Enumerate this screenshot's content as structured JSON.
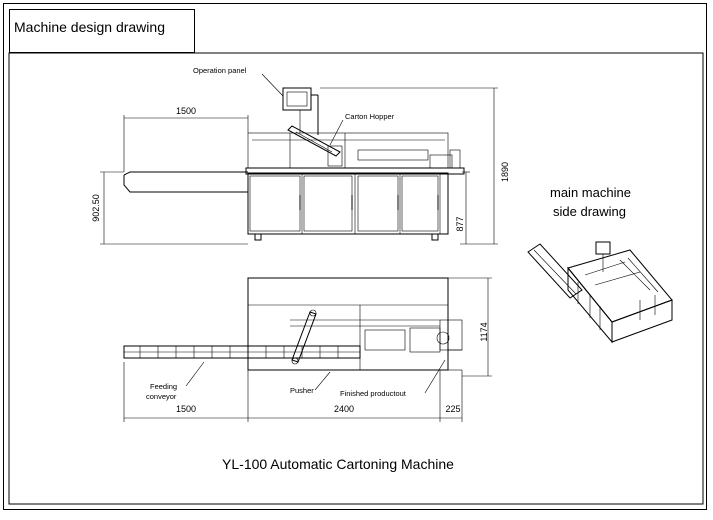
{
  "header": {
    "title": "Machine design drawing"
  },
  "labels": {
    "operation_panel": "Operation panel",
    "carton_hopper": "Carton Hopper",
    "feeding_conveyor_line1": "Feeding",
    "feeding_conveyor_line2": "conveyor",
    "pusher": "Pusher",
    "finished_product_out": "Finished productout",
    "side_drawing_line1": "main machine",
    "side_drawing_line2": "side drawing"
  },
  "dimensions": {
    "front_conveyor_length": "1500",
    "front_height_total": "1890",
    "front_table_height": "902.50",
    "front_body_height": "877",
    "top_conveyor_length": "1500",
    "top_machine_length": "2400",
    "top_extra_length": "225",
    "top_depth": "1174"
  },
  "footer": {
    "caption": "YL-100 Automatic Cartoning Machine"
  }
}
